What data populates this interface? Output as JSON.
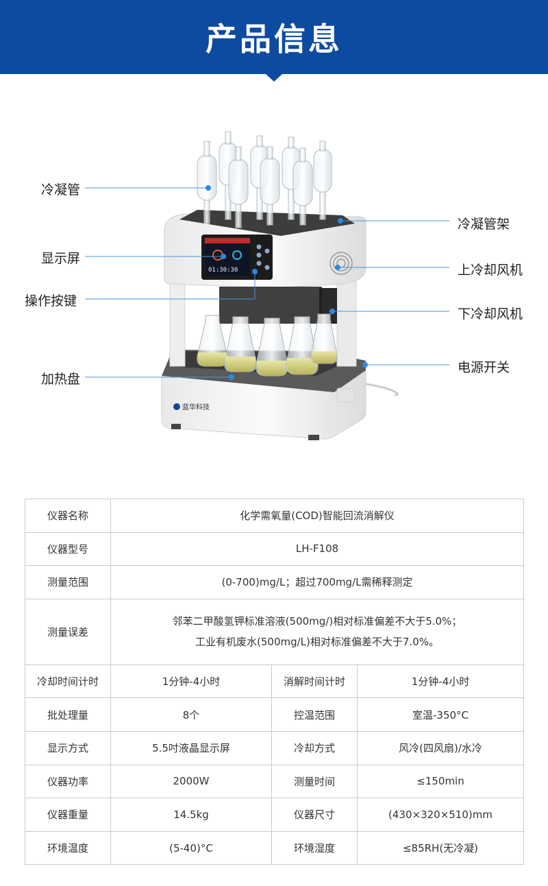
{
  "header": {
    "title": "产品信息"
  },
  "product_image": {
    "brand_logo_text": "蓝华科技",
    "screen_time": "01:30:30",
    "callouts_left": [
      {
        "label": "冷凝管"
      },
      {
        "label": "显示屏"
      },
      {
        "label": "操作按键"
      },
      {
        "label": "加热盘"
      }
    ],
    "callouts_right": [
      {
        "label": "冷凝管架"
      },
      {
        "label": "上冷却风机"
      },
      {
        "label": "下冷却风机"
      },
      {
        "label": "电源开关"
      }
    ],
    "colors": {
      "accent": "#0d4ba0",
      "callout_dot": "#2a8ae0",
      "body": "#f2f2f2",
      "tray": "#3a3a3a"
    }
  },
  "specs": {
    "full_rows": [
      {
        "key": "仪器名称",
        "value": "化学需氧量(COD)智能回流消解仪"
      },
      {
        "key": "仪器型号",
        "value": "LH-F108"
      },
      {
        "key": "测量范围",
        "value": "(0-700)mg/L；超过700mg/L需稀释测定"
      },
      {
        "key": "测量误差",
        "value_line1": "邻苯二甲酸氢钾标准溶液(500mg/)相对标准偏差不大于5.0%；",
        "value_line2": "工业有机废水(500mg/L)相对标准偏差不大于7.0%。"
      }
    ],
    "pair_rows": [
      {
        "key1": "冷却时间计时",
        "value1": "1分钟-4小时",
        "key2": "消解时间计时",
        "value2": "1分钟-4小时"
      },
      {
        "key1": "批处理量",
        "value1": "8个",
        "key2": "控温范围",
        "value2": "室温-350°C"
      },
      {
        "key1": "显示方式",
        "value1": "5.5吋液晶显示屏",
        "key2": "冷却方式",
        "value2": "风冷(四风扇)/水冷"
      },
      {
        "key1": "仪器功率",
        "value1": "2000W",
        "key2": "测量时间",
        "value2": "≤150min"
      },
      {
        "key1": "仪器重量",
        "value1": "14.5kg",
        "key2": "仪器尺寸",
        "value2": "(430×320×510)mm"
      },
      {
        "key1": "环境温度",
        "value1": "(5-40)°C",
        "key2": "环境湿度",
        "value2": "≤85RH(无冷凝)"
      }
    ]
  }
}
